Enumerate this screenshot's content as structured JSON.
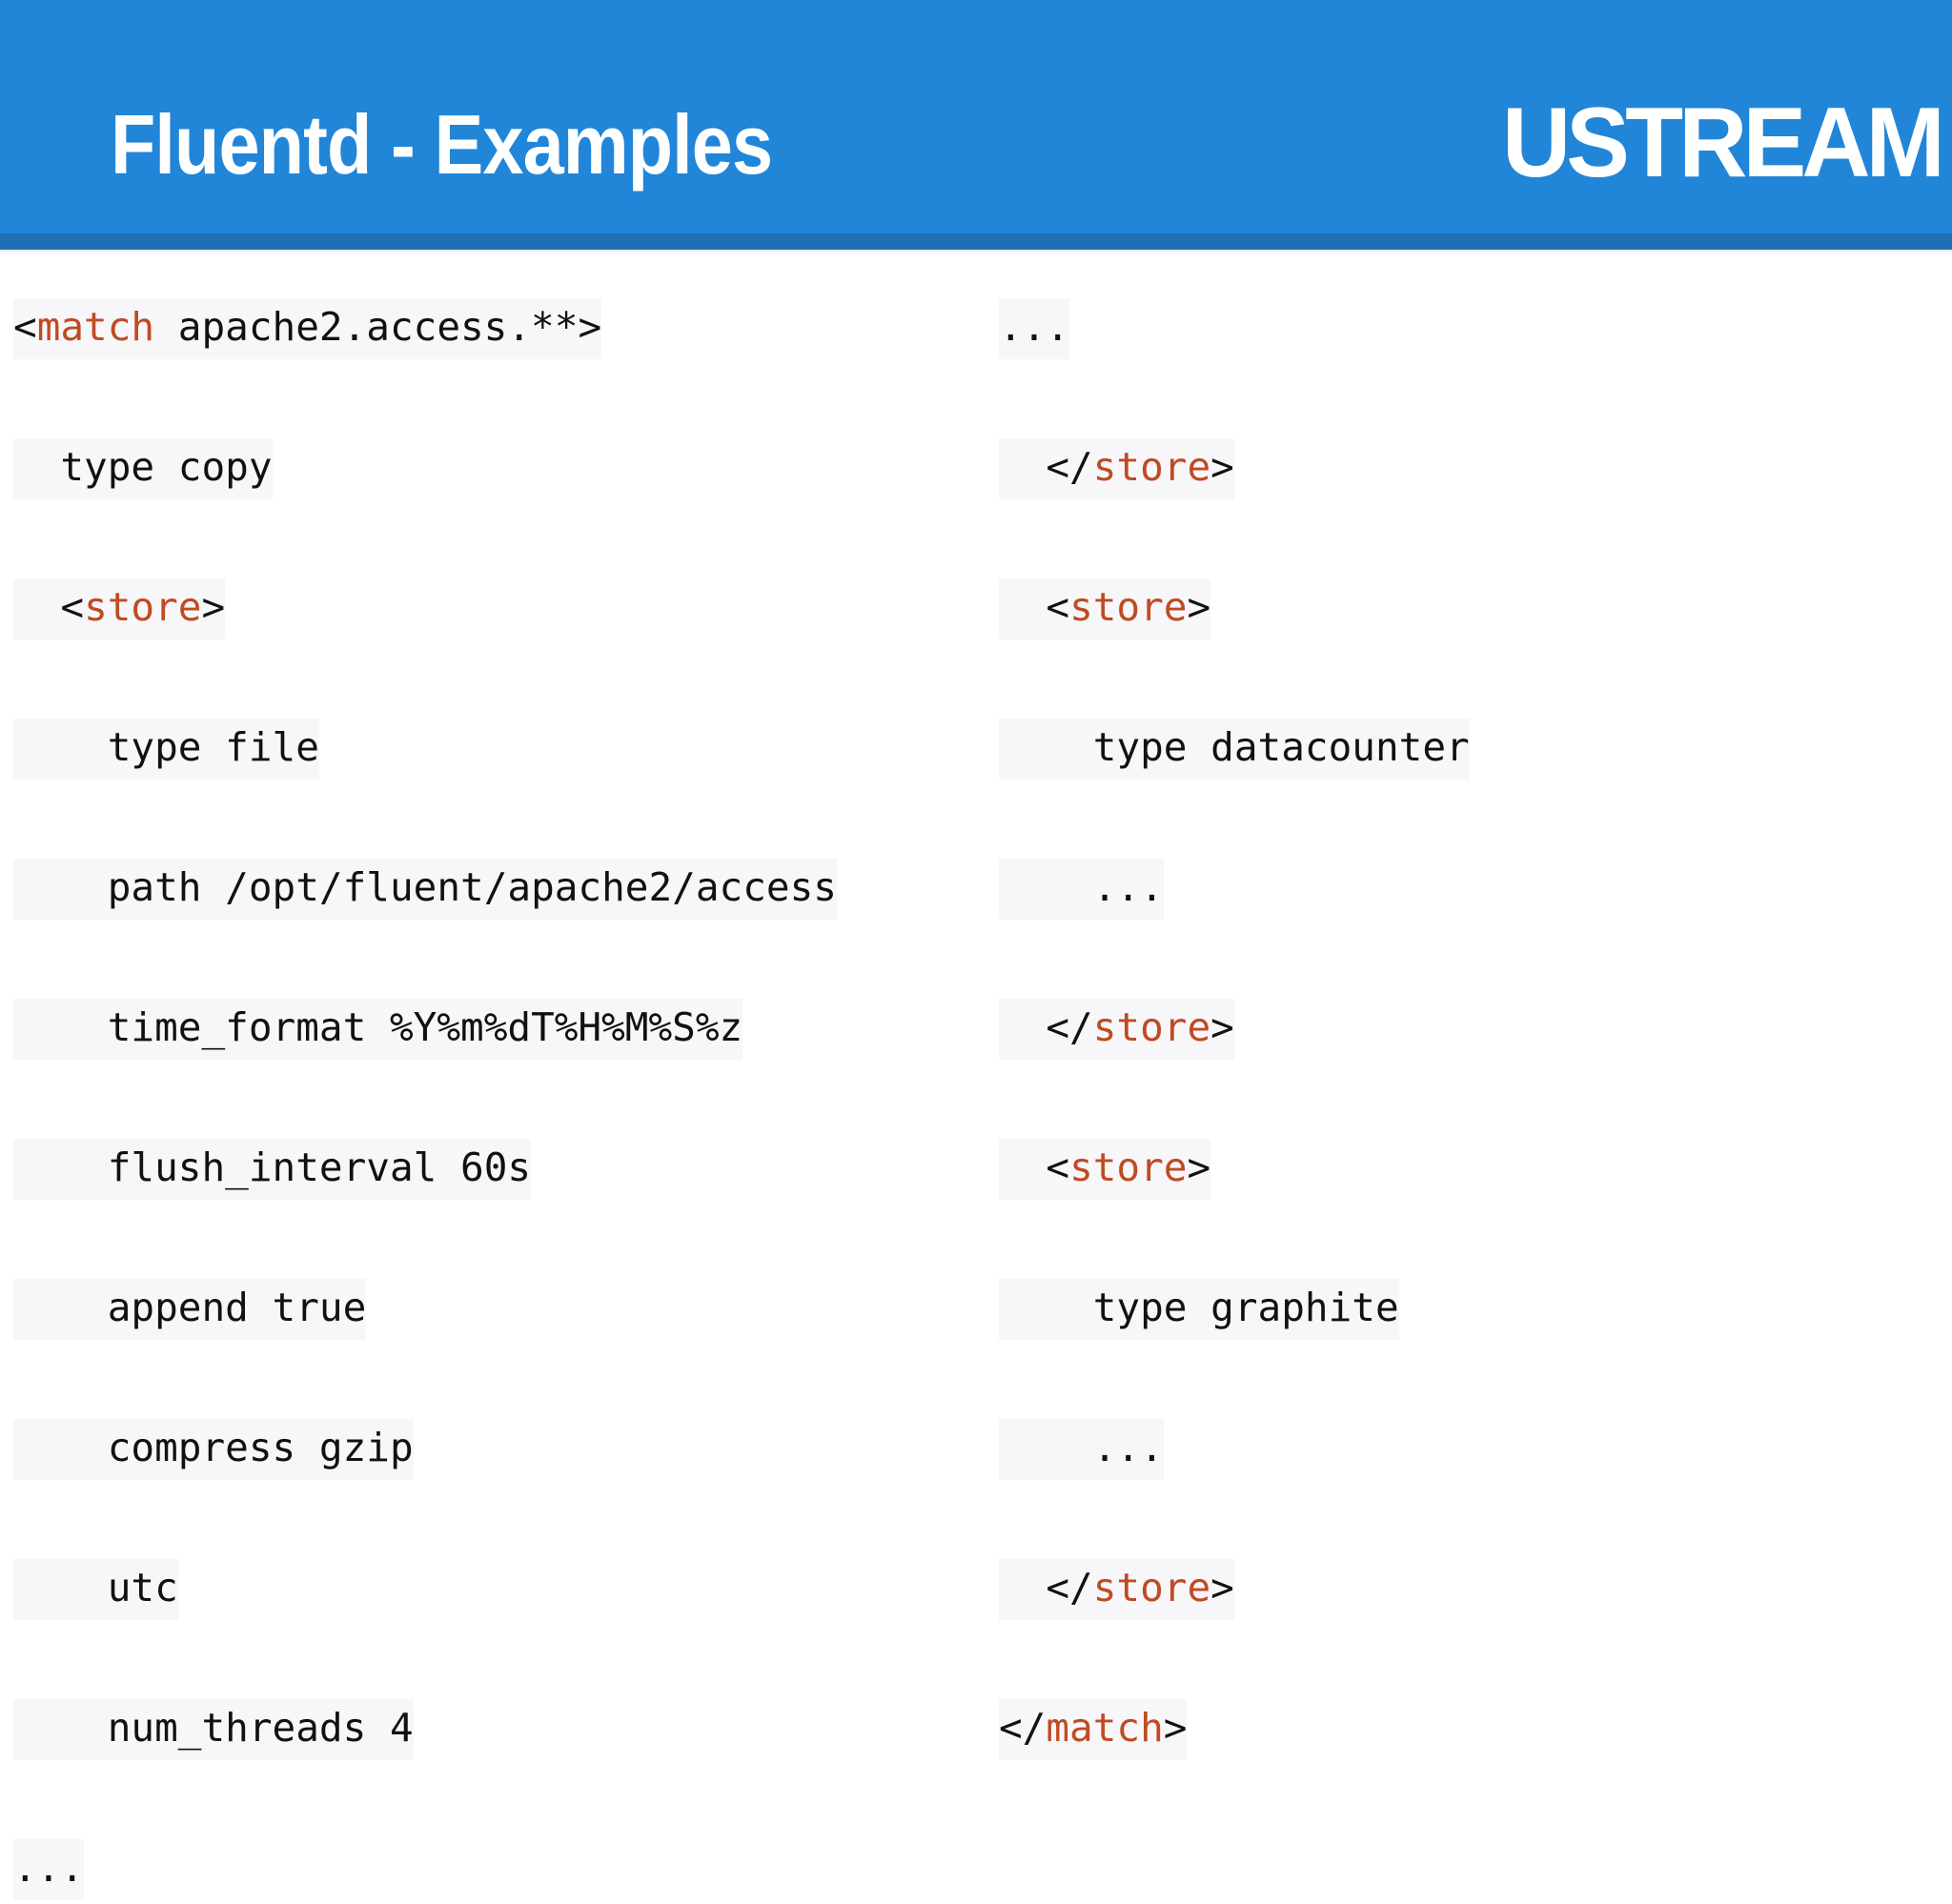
{
  "header": {
    "title": "Fluentd - Examples",
    "brand": "USTREAM",
    "bar_color": "#2185d8",
    "underbar_color": "#1f6fb5",
    "title_color": "#ffffff"
  },
  "code": {
    "tag_color": "#bf4b22",
    "text_color": "#111111",
    "line_highlight_color": "#f7f6f9",
    "left_column": [
      {
        "indent": 0,
        "parts": [
          {
            "t": "punct",
            "v": "<"
          },
          {
            "t": "tag",
            "v": "match"
          },
          {
            "t": "plain",
            "v": " apache2.access.**"
          },
          {
            "t": "punct",
            "v": ">"
          }
        ]
      },
      {
        "indent": 1,
        "parts": [
          {
            "t": "plain",
            "v": "type copy"
          }
        ]
      },
      {
        "indent": 1,
        "parts": [
          {
            "t": "punct",
            "v": "<"
          },
          {
            "t": "tag",
            "v": "store"
          },
          {
            "t": "punct",
            "v": ">"
          }
        ]
      },
      {
        "indent": 2,
        "parts": [
          {
            "t": "plain",
            "v": "type file"
          }
        ]
      },
      {
        "indent": 2,
        "parts": [
          {
            "t": "plain",
            "v": "path /opt/fluent/apache2/access"
          }
        ]
      },
      {
        "indent": 2,
        "parts": [
          {
            "t": "plain",
            "v": "time_format %Y%m%dT%H%M%S%z"
          }
        ]
      },
      {
        "indent": 2,
        "parts": [
          {
            "t": "plain",
            "v": "flush_interval 60s"
          }
        ]
      },
      {
        "indent": 2,
        "parts": [
          {
            "t": "plain",
            "v": "append true"
          }
        ]
      },
      {
        "indent": 2,
        "parts": [
          {
            "t": "plain",
            "v": "compress gzip"
          }
        ]
      },
      {
        "indent": 2,
        "parts": [
          {
            "t": "plain",
            "v": "utc"
          }
        ]
      },
      {
        "indent": 2,
        "parts": [
          {
            "t": "plain",
            "v": "num_threads 4"
          }
        ]
      },
      {
        "indent": 0,
        "parts": [
          {
            "t": "plain",
            "v": "..."
          }
        ]
      }
    ],
    "right_column": [
      {
        "indent": 0,
        "parts": [
          {
            "t": "plain",
            "v": "..."
          }
        ]
      },
      {
        "indent": 1,
        "parts": [
          {
            "t": "punct",
            "v": "</"
          },
          {
            "t": "tag",
            "v": "store"
          },
          {
            "t": "punct",
            "v": ">"
          }
        ]
      },
      {
        "indent": 1,
        "parts": [
          {
            "t": "punct",
            "v": "<"
          },
          {
            "t": "tag",
            "v": "store"
          },
          {
            "t": "punct",
            "v": ">"
          }
        ]
      },
      {
        "indent": 2,
        "parts": [
          {
            "t": "plain",
            "v": "type datacounter"
          }
        ]
      },
      {
        "indent": 2,
        "parts": [
          {
            "t": "plain",
            "v": "..."
          }
        ]
      },
      {
        "indent": 1,
        "parts": [
          {
            "t": "punct",
            "v": "</"
          },
          {
            "t": "tag",
            "v": "store"
          },
          {
            "t": "punct",
            "v": ">"
          }
        ]
      },
      {
        "indent": 1,
        "parts": [
          {
            "t": "punct",
            "v": "<"
          },
          {
            "t": "tag",
            "v": "store"
          },
          {
            "t": "punct",
            "v": ">"
          }
        ]
      },
      {
        "indent": 2,
        "parts": [
          {
            "t": "plain",
            "v": "type graphite"
          }
        ]
      },
      {
        "indent": 2,
        "parts": [
          {
            "t": "plain",
            "v": "..."
          }
        ]
      },
      {
        "indent": 1,
        "parts": [
          {
            "t": "punct",
            "v": "</"
          },
          {
            "t": "tag",
            "v": "store"
          },
          {
            "t": "punct",
            "v": ">"
          }
        ]
      },
      {
        "indent": 0,
        "parts": [
          {
            "t": "punct",
            "v": "</"
          },
          {
            "t": "tag",
            "v": "match"
          },
          {
            "t": "punct",
            "v": ">"
          }
        ]
      }
    ]
  }
}
